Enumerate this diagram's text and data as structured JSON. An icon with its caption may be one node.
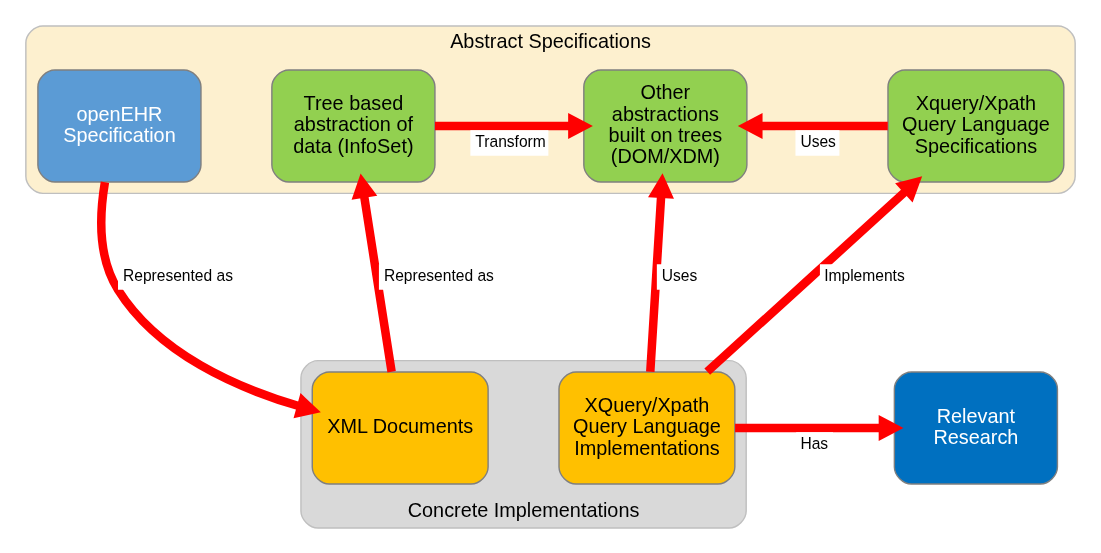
{
  "diagram": {
    "nodes": [
      {
        "text": [
          "Abstract Specifications"
        ]
      },
      {
        "text": [
          "openEHR Specification"
        ],
        "in": 0
      },
      {
        "text": [
          "Tree based abstraction of data (InfoSet)"
        ],
        "in": 0
      },
      {
        "text": [
          "Other abstractions built on trees (DOM/XDM)"
        ],
        "in": 0
      },
      {
        "text": [
          "Xquery/Xpath Query Language Specifications"
        ],
        "in": 0
      },
      {
        "text": [
          "Concrete Implementations"
        ]
      },
      {
        "text": [
          "XML Documents"
        ],
        "in": 5
      },
      {
        "text": [
          "XQuery/Xpath Query Language Implementations"
        ],
        "in": 5
      },
      {
        "text": [
          "Relevant Research"
        ]
      }
    ],
    "edges": [
      {
        "from": 1,
        "to": 6,
        "arrow": "to",
        "label": "Represented as"
      },
      {
        "from": 6,
        "to": 2,
        "arrow": "to",
        "label": "Represented as"
      },
      {
        "from": 2,
        "to": 3,
        "arrow": "to",
        "label": "Transform"
      },
      {
        "from": 4,
        "to": 3,
        "arrow": "to",
        "label": "Uses"
      },
      {
        "from": 7,
        "to": 3,
        "arrow": "to",
        "label": "Uses"
      },
      {
        "from": 7,
        "to": 4,
        "arrow": "to",
        "label": "Implements"
      },
      {
        "from": 7,
        "to": 8,
        "arrow": "to",
        "label": "Has"
      }
    ]
  }
}
